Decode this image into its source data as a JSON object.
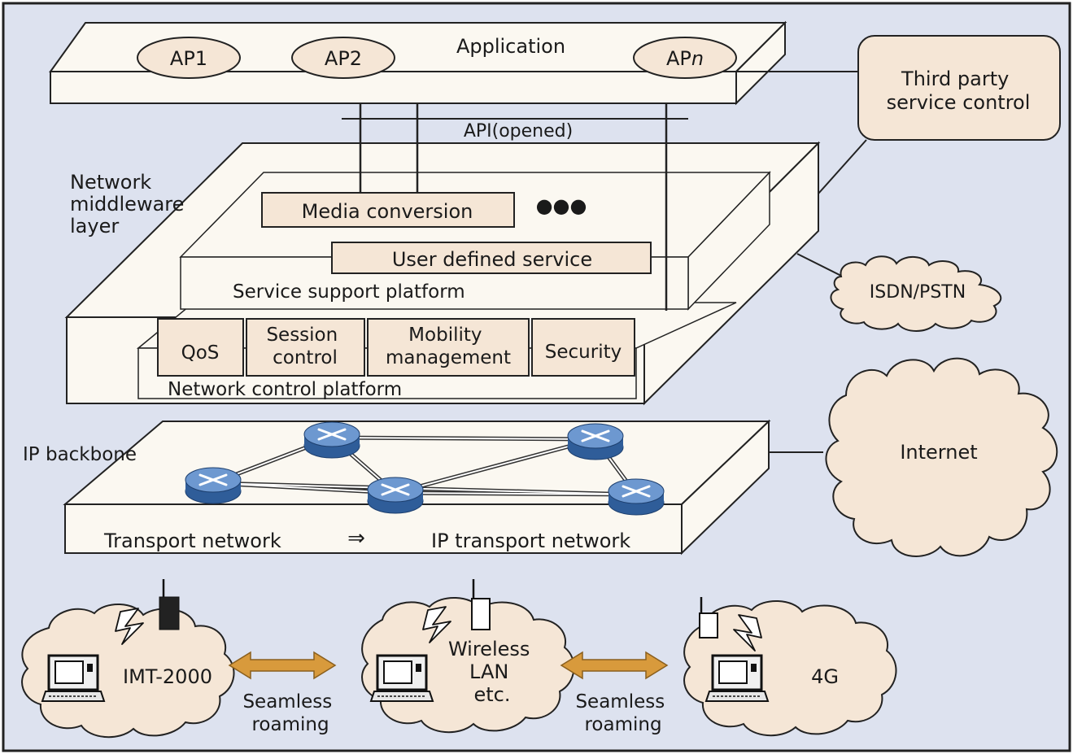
{
  "diagram": {
    "application": {
      "title": "Application",
      "aps": [
        {
          "prefix": "AP1",
          "suffix": ""
        },
        {
          "prefix": "AP2",
          "suffix": ""
        },
        {
          "prefix": "AP",
          "suffix": "n"
        }
      ]
    },
    "api_label": "API(opened)",
    "third_party": [
      "Third party",
      "service control"
    ],
    "middleware_label": [
      "Network",
      "middleware",
      "layer"
    ],
    "service_platform": {
      "media": "Media conversion",
      "ellipsis": "●●●",
      "user_defined": "User defined service",
      "label": "Service support platform"
    },
    "control_platform": {
      "modules": [
        {
          "lines": [
            "QoS"
          ]
        },
        {
          "lines": [
            "Session",
            "control"
          ]
        },
        {
          "lines": [
            "Mobility",
            "management"
          ]
        },
        {
          "lines": [
            "Security"
          ]
        }
      ],
      "label": "Network control platform"
    },
    "isdn": "ISDN/PSTN",
    "internet": "Internet",
    "backbone": {
      "label": "IP backbone",
      "transport": "Transport network",
      "arrow": "⇒",
      "ip_transport": "IP transport network"
    },
    "access_networks": [
      {
        "lines": [
          "IMT-2000"
        ]
      },
      {
        "lines": [
          "Wireless",
          "LAN",
          "etc."
        ]
      },
      {
        "lines": [
          "4G"
        ]
      }
    ],
    "roaming": [
      {
        "lines": [
          "Seamless",
          "roaming"
        ]
      },
      {
        "lines": [
          "Seamless",
          "roaming"
        ]
      }
    ],
    "colors": {
      "background": "#dde2ef",
      "platform": "#fbf8f1",
      "box": "#f5e6d6",
      "router": "#4a78b8",
      "arrow": "#d89a3c"
    }
  }
}
